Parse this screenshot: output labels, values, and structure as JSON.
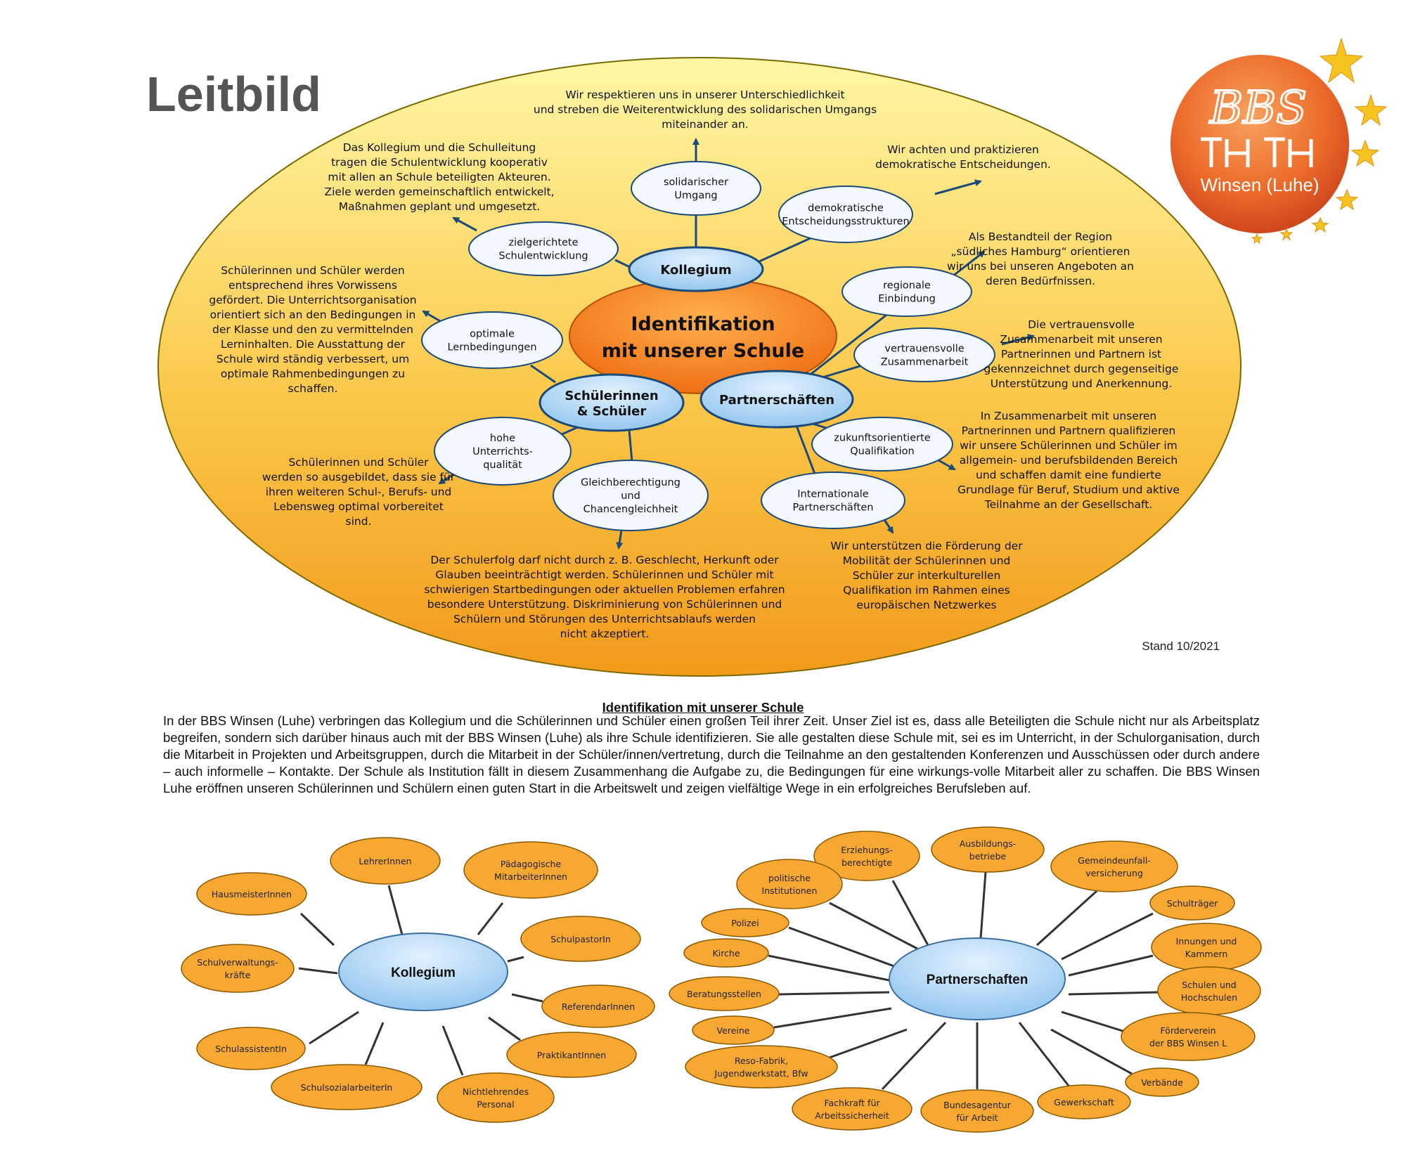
{
  "title": "Leitbild",
  "logo": {
    "text": "BBS",
    "city": "Winsen (Luhe)"
  },
  "stand": "Stand 10/2021",
  "colors": {
    "accent": "#f07d1a",
    "bubble_blue": "#a9d3f5",
    "ellipse_top": "#fff59c",
    "ellipse_bottom": "#f5a623",
    "small_orange": "#f7a833"
  },
  "center": [
    "Identifikation",
    "mit unserer Schule"
  ],
  "hubs": {
    "kollegium": [
      "Kollegium"
    ],
    "schueler": [
      "Schülerinnen",
      "& Schüler"
    ],
    "partner": [
      "Partnerschäften"
    ]
  },
  "nodes": {
    "solidarisch": [
      "solidarischer",
      "Umgang"
    ],
    "demokratisch": [
      "demokratische",
      "Entscheidungsstrukturen"
    ],
    "zielgerichtet": [
      "zielgerichtete",
      "Schulentwicklung"
    ],
    "regional": [
      "regionale",
      "Einbindung"
    ],
    "optimale": [
      "optimale",
      "Lernbedingungen"
    ],
    "vertrauensvoll": [
      "vertrauensvolle",
      "Zusammenarbeit"
    ],
    "hohe": [
      "hohe",
      "Unterrichts-",
      "qualität"
    ],
    "zukunft": [
      "zukunftsorientierte",
      "Qualifikation"
    ],
    "gleich": [
      "Gleichberechtigung",
      "und",
      "Chancengleichheit"
    ],
    "international": [
      "Internationale",
      "Partnerschäften"
    ]
  },
  "texts": {
    "solidarisch": [
      "Wir respektieren uns in unserer Unterschiedlichkeit",
      "und streben die Weiterentwicklung des solidarischen Umgangs",
      "miteinander an."
    ],
    "kollegium": [
      "Das Kollegium und die Schulleitung",
      "tragen die Schulentwicklung kooperativ",
      "mit allen an Schule beteiligten Akteuren.",
      "Ziele werden gemeinschaftlich entwickelt,",
      "Maßnahmen geplant und umgesetzt."
    ],
    "demokratisch": [
      "Wir achten und praktizieren",
      "demokratische Entscheidungen."
    ],
    "regional": [
      "Als Bestandteil der Region",
      "„südliches Hamburg“ orientieren",
      "wir uns bei unseren Angeboten an",
      "deren Bedürfnissen."
    ],
    "optimale": [
      "Schülerinnen und Schüler werden",
      "entsprechend ihres Vorwissens",
      "gefördert. Die Unterrichtsorganisation",
      "orientiert sich an den Bedingungen in",
      "der Klasse und den zu vermittelnden",
      "Lerninhalten. Die Ausstattung der",
      "Schule wird ständig verbessert, um",
      "optimale Rahmenbedingungen zu",
      "schaffen."
    ],
    "vertrauensvoll": [
      "Die vertrauensvolle",
      "Zusammenarbeit mit unseren",
      "Partnerinnen und Partnern ist",
      "gekennzeichnet durch gegenseitige",
      "Unterstützung und Anerkennung."
    ],
    "zukunft": [
      "In Zusammenarbeit mit unseren",
      "Partnerinnen und Partnern qualifizieren",
      "wir unsere Schülerinnen und Schüler im",
      "allgemein- und berufsbildenden Bereich",
      "und schaffen damit eine fundierte",
      "Grundlage für Beruf, Studium und aktive",
      "Teilnahme an der Gesellschaft."
    ],
    "hohe": [
      "Schülerinnen und Schüler",
      "werden so ausgebildet, dass sie für",
      "ihren weiteren Schul-, Berufs- und",
      "Lebensweg optimal vorbereitet",
      "sind."
    ],
    "gleich": [
      "Der Schulerfolg darf nicht durch z. B. Geschlecht, Herkunft oder",
      "Glauben beeinträchtigt werden. Schülerinnen und Schüler mit",
      "schwierigen Startbedingungen oder aktuellen Problemen erfahren",
      "besondere Unterstützung. Diskriminierung von Schülerinnen und",
      "Schülern und Störungen des Unterrichtsablaufs werden",
      "nicht akzeptiert."
    ],
    "international": [
      "Wir unterstützen die Förderung der",
      "Mobilität der Schülerinnen und",
      "Schüler zur interkulturellen",
      "Qualifikation im Rahmen eines",
      "europäischen Netzwerkes"
    ]
  },
  "section": {
    "heading": "Identifikation mit unserer Schule",
    "paragraph": "In der BBS Winsen (Luhe) verbringen das Kollegium und die Schülerinnen und Schüler einen großen Teil ihrer Zeit. Unser Ziel ist es, dass alle Beteiligten die Schule nicht nur als Arbeitsplatz begreifen, sondern sich darüber hinaus auch mit der BBS Winsen (Luhe) als ihre Schule identifizieren. Sie alle gestalten diese Schule mit, sei es im Unterricht, in der Schulorganisation, durch die Mitarbeit in Projekten und Arbeitsgruppen, durch die Mitarbeit in der Schüler/innen/vertretung, durch die Teilnahme an den gestaltenden Konferenzen und Ausschüssen oder durch andere – auch informelle – Kontakte. Der Schule als Institution fällt in diesem Zusammenhang die Aufgabe zu, die Bedingungen für eine wirkungs-volle Mitarbeit aller zu schaffen. Die BBS Winsen Luhe eröffnen unseren Schülerinnen und Schülern einen guten Start in die Arbeitswelt und zeigen vielfältige Wege in ein erfolgreiches Berufsleben auf."
  },
  "kollegium_map": {
    "center": "Kollegium",
    "items": [
      [
        "HausmeisterInnen"
      ],
      [
        "LehrerInnen"
      ],
      [
        "Pädagogische",
        "MitarbeiterInnen"
      ],
      [
        "SchulpastorIn"
      ],
      [
        "Schulverwaltungs-",
        "kräfte"
      ],
      [
        "ReferendarInnen"
      ],
      [
        "SchulassistentIn"
      ],
      [
        "PraktikantInnen"
      ],
      [
        "SchulsozialarbeiterIn"
      ],
      [
        "Nichtlehrendes",
        "Personal"
      ]
    ]
  },
  "partner_map": {
    "center": "Partnerschaften",
    "items": [
      [
        "Erziehungs-",
        "berechtigte"
      ],
      [
        "Ausbildungs-",
        "betriebe"
      ],
      [
        "Gemeindeunfall-",
        "versicherung"
      ],
      [
        "politische",
        "Institutionen"
      ],
      [
        "Schulträger"
      ],
      [
        "Polizei"
      ],
      [
        "Innungen und",
        "Kammern"
      ],
      [
        "Kirche"
      ],
      [
        "Schulen und",
        "Hochschulen"
      ],
      [
        "Beratungsstellen"
      ],
      [
        "Vereine"
      ],
      [
        "Förderverein",
        "der BBS Winsen L"
      ],
      [
        "Reso-Fabrik,",
        "Jugendwerkstatt, Bfw"
      ],
      [
        "Verbände"
      ],
      [
        "Fachkraft für",
        "Arbeitssicherheit"
      ],
      [
        "Bundesagentur",
        "für Arbeit"
      ],
      [
        "Gewerkschaft"
      ]
    ]
  }
}
